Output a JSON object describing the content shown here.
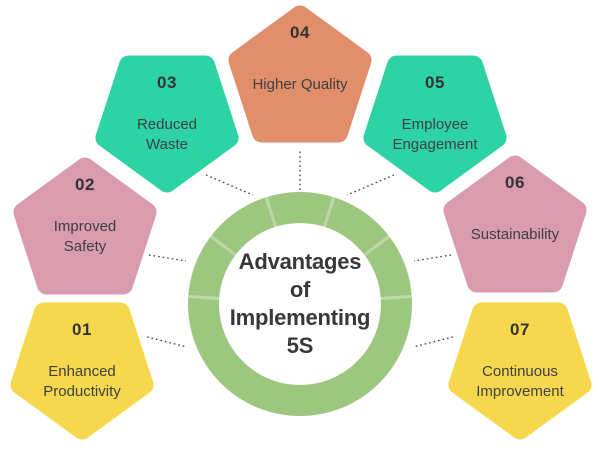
{
  "title": {
    "lines": [
      "Advantages",
      "of",
      "Implementing",
      "5S"
    ]
  },
  "ring": {
    "color": "#9DC77F"
  },
  "connector_color": "#4A4A4A",
  "colors": {
    "yellow": "#F6D84F",
    "pink": "#D99CAF",
    "teal": "#2ED3A5",
    "orange": "#E08F6A",
    "text_dark": "#3E4042"
  },
  "items": [
    {
      "number": "01",
      "label_lines": [
        "Enhanced",
        "Productivity"
      ],
      "color": "#F6D84F"
    },
    {
      "number": "02",
      "label_lines": [
        "Improved",
        "Safety"
      ],
      "color": "#D99CAF"
    },
    {
      "number": "03",
      "label_lines": [
        "Reduced",
        "Waste"
      ],
      "color": "#2ED3A5"
    },
    {
      "number": "04",
      "label_lines": [
        "Higher Quality"
      ],
      "color": "#E08F6A"
    },
    {
      "number": "05",
      "label_lines": [
        "Employee",
        "Engagement"
      ],
      "color": "#2ED3A5"
    },
    {
      "number": "06",
      "label_lines": [
        "Sustainability"
      ],
      "color": "#D99CAF"
    },
    {
      "number": "07",
      "label_lines": [
        "Continuous",
        "Improvement"
      ],
      "color": "#F6D84F"
    }
  ]
}
